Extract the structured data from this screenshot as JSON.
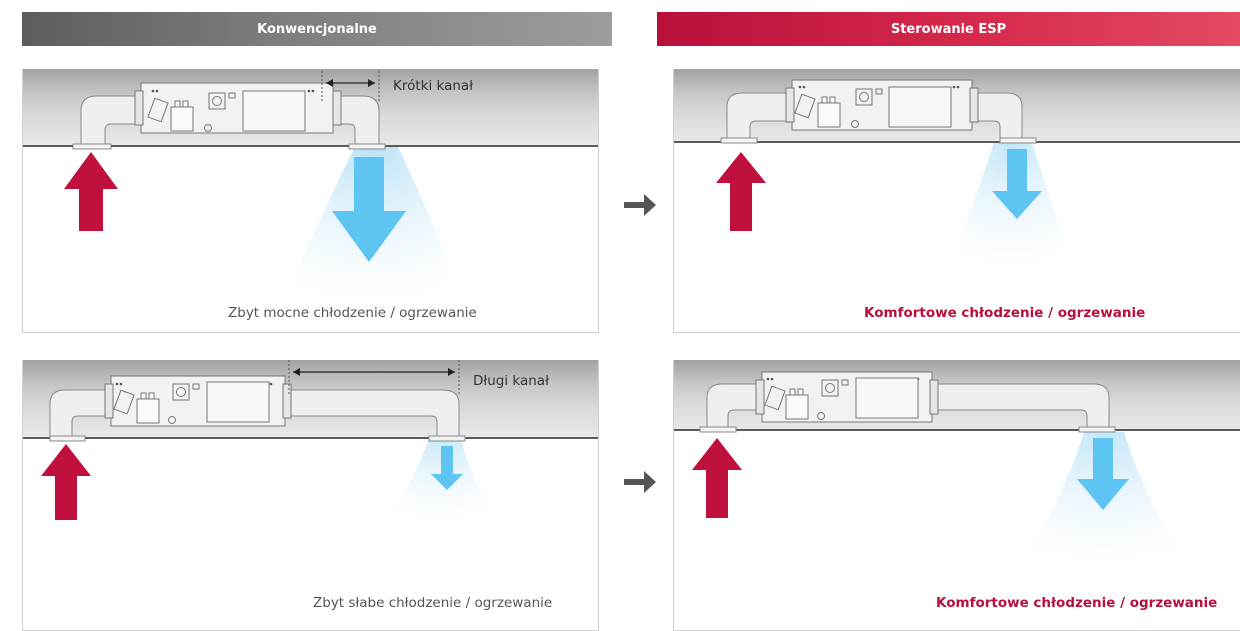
{
  "headers": {
    "conventional": "Konwencjonalne",
    "esp": "Sterowanie ESP"
  },
  "panels": {
    "conventional_short": {
      "duct_label": "Krótki kanał",
      "caption": "Zbyt mocne chłodzenie / ogrzewanie"
    },
    "conventional_long": {
      "duct_label": "Długi kanał",
      "caption": "Zbyt słabe chłodzenie / ogrzewanie"
    },
    "esp_short": {
      "caption": "Komfortowe chłodzenie / ogrzewanie"
    },
    "esp_long": {
      "caption": "Komfortowe chłodzenie / ogrzewanie"
    }
  },
  "colors": {
    "return_air_arrow": "#c0103e",
    "supply_air_arrow": "#5ec4f2",
    "esp_accent": "#b8103c",
    "conventional_header": "#7e7e80",
    "transition_arrow": "#555555"
  }
}
